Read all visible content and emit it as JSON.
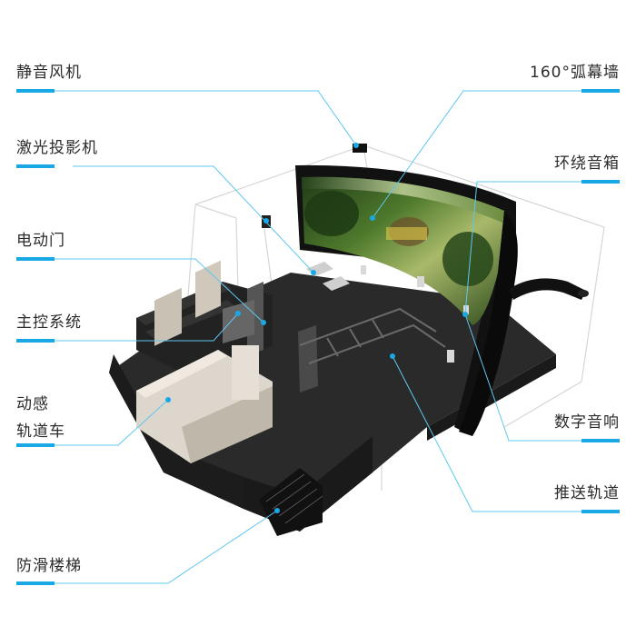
{
  "labels": {
    "silent_fan": "静音风机",
    "laser_projector": "激光投影机",
    "electric_door": "电动门",
    "main_control": "主控系统",
    "motion_line1": "动感",
    "motion_line2": "轨道车",
    "anti_slip_stairs": "防滑楼梯",
    "arc_screen": "160°弧幕墙",
    "surround_speaker": "环绕音箱",
    "digital_audio": "数字音响",
    "push_track": "推送轨道"
  },
  "colors": {
    "accent": "#19a8e6",
    "leader_line": "#5ec8f0",
    "floor": "#2a2a2a",
    "wall_outline": "#d8d8d8",
    "screen_frame": "#111111"
  },
  "icons": {
    "dinosaur_scene": "dinosaur-jungle-image"
  }
}
